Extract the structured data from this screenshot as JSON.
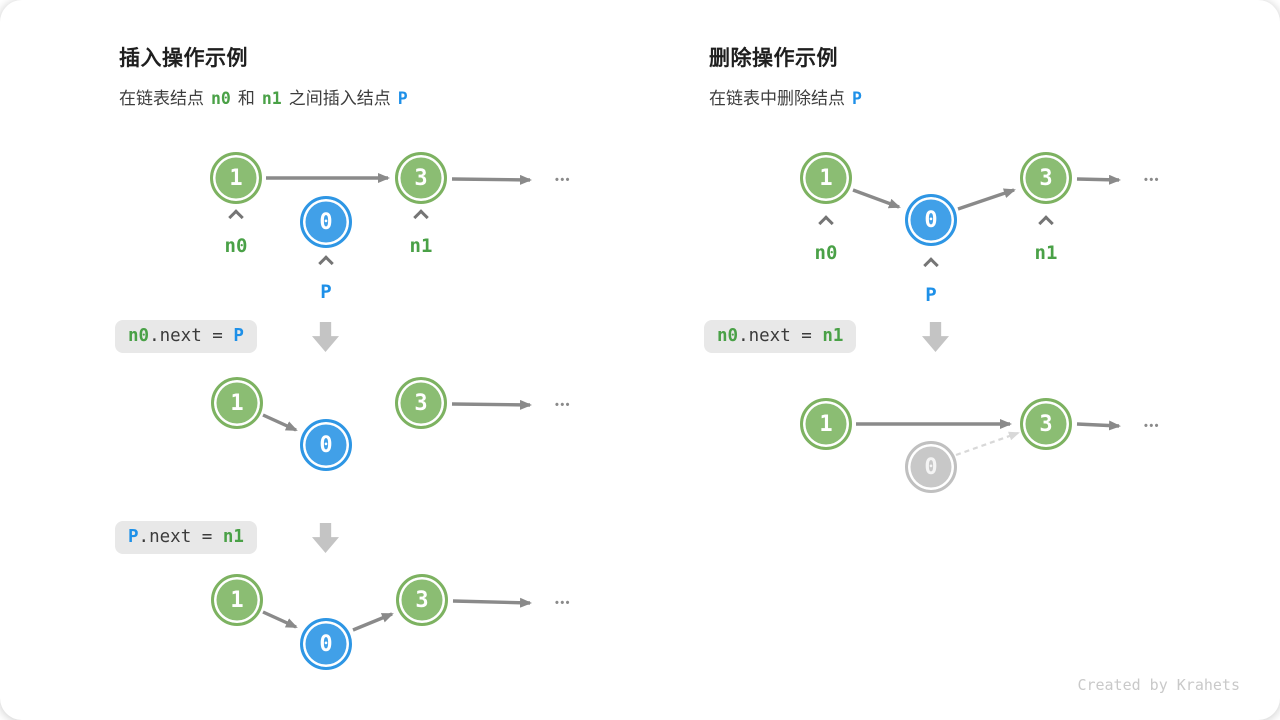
{
  "panels": {
    "insert": {
      "title": "插入操作示例",
      "subtitle": {
        "pre": "在链表结点",
        "n0": "n0",
        "mid": "和",
        "n1": "n1",
        "post": "之间插入结点",
        "p": "P"
      },
      "code1": {
        "v1": "n0",
        "op": ".next = ",
        "v2": "P"
      },
      "code2": {
        "v1": "P",
        "op": ".next = ",
        "v2": "n1"
      },
      "d1": {
        "n1": "1",
        "n0": "0",
        "n3": "3",
        "label_n0": "n0",
        "label_p": "P",
        "label_n1": "n1"
      },
      "d2": {
        "n1": "1",
        "n0": "0",
        "n3": "3"
      },
      "d3": {
        "n1": "1",
        "n0": "0",
        "n3": "3"
      }
    },
    "delete": {
      "title": "删除操作示例",
      "subtitle": {
        "pre": "在链表中删除结点",
        "p": "P"
      },
      "code1": {
        "v1": "n0",
        "op": ".next = ",
        "v2": "n1"
      },
      "d1": {
        "n1": "1",
        "n0": "0",
        "n3": "3",
        "label_n0": "n0",
        "label_p": "P",
        "label_n1": "n1"
      },
      "d2": {
        "n1": "1",
        "n0": "0",
        "n3": "3"
      }
    }
  },
  "glyphs": {
    "ellipsis": "•••"
  },
  "footer": {
    "credit": "Created by Krahets"
  },
  "colors": {
    "node_green": "#8bbd73",
    "node_blue": "#41a0e8",
    "node_gray": "#c8c8c8",
    "var_green": "#4aa147",
    "var_blue": "#1e90e8",
    "arrow_gray": "#8a8a8a",
    "code_bg": "#e8e8e8"
  }
}
